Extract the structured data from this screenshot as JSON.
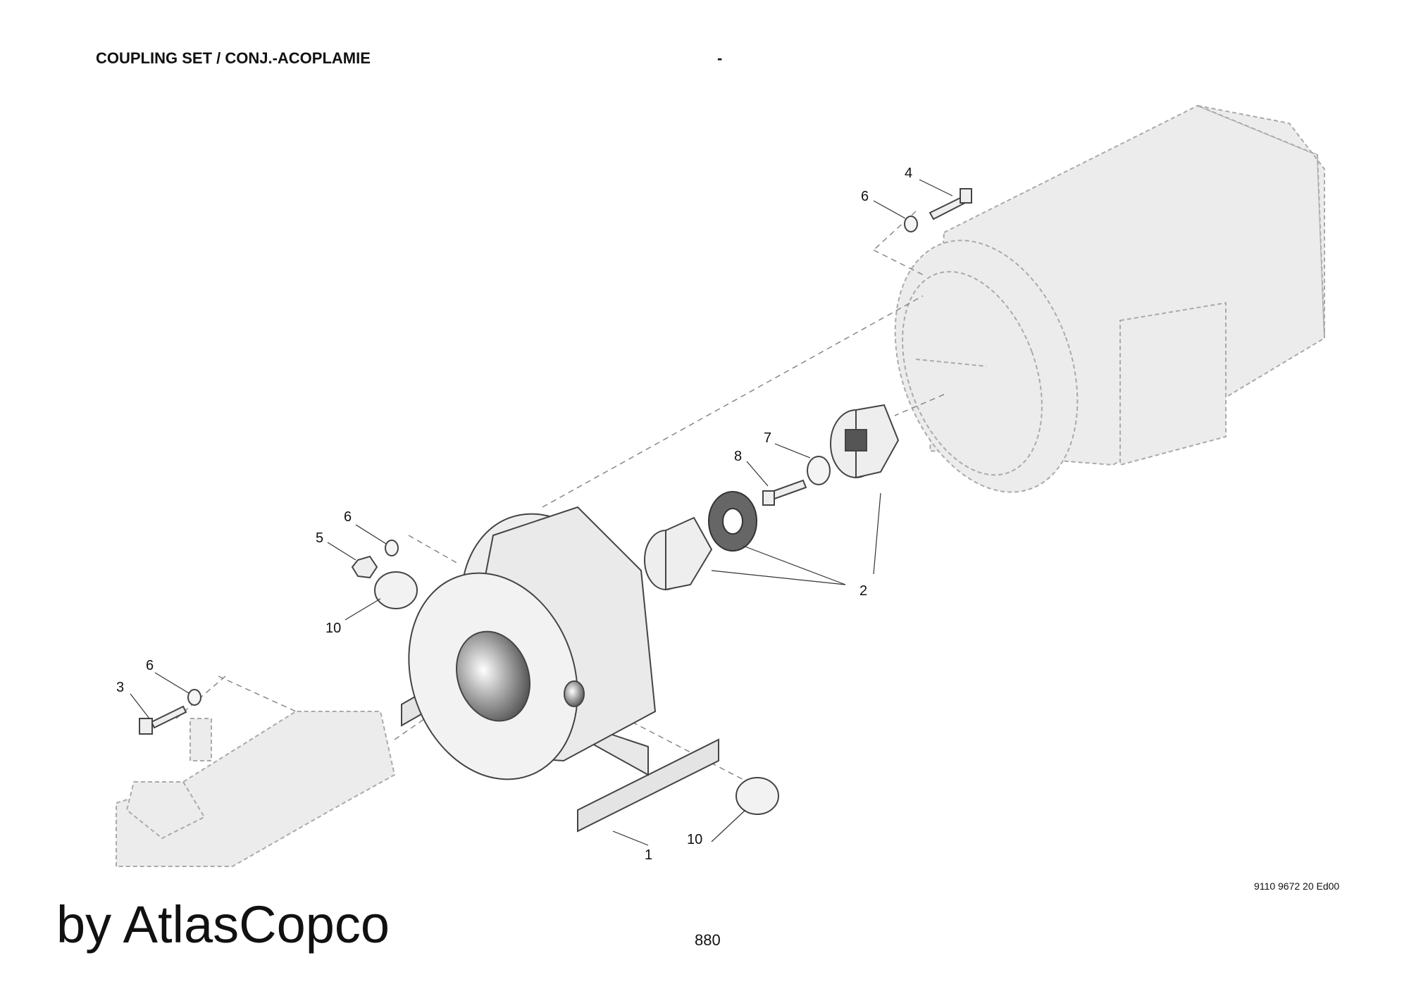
{
  "header": {
    "title": "COUPLING SET / CONJ.-ACOPLAMIE",
    "dash": "-"
  },
  "footer": {
    "doc_ref": "9110 9672 20 Ed00",
    "brand": "by AtlasCopco",
    "page_number": "880"
  },
  "callouts": {
    "c1": "1",
    "c2": "2",
    "c3": "3",
    "c4": "4",
    "c5": "5",
    "c6a": "6",
    "c6b": "6",
    "c6c": "6",
    "c7": "7",
    "c8": "8",
    "c10a": "10",
    "c10b": "10"
  },
  "colors": {
    "ghost_fill": "#e8e8e8",
    "part_fill": "#f0f0f0",
    "line": "#555555",
    "dark": "#333333"
  }
}
